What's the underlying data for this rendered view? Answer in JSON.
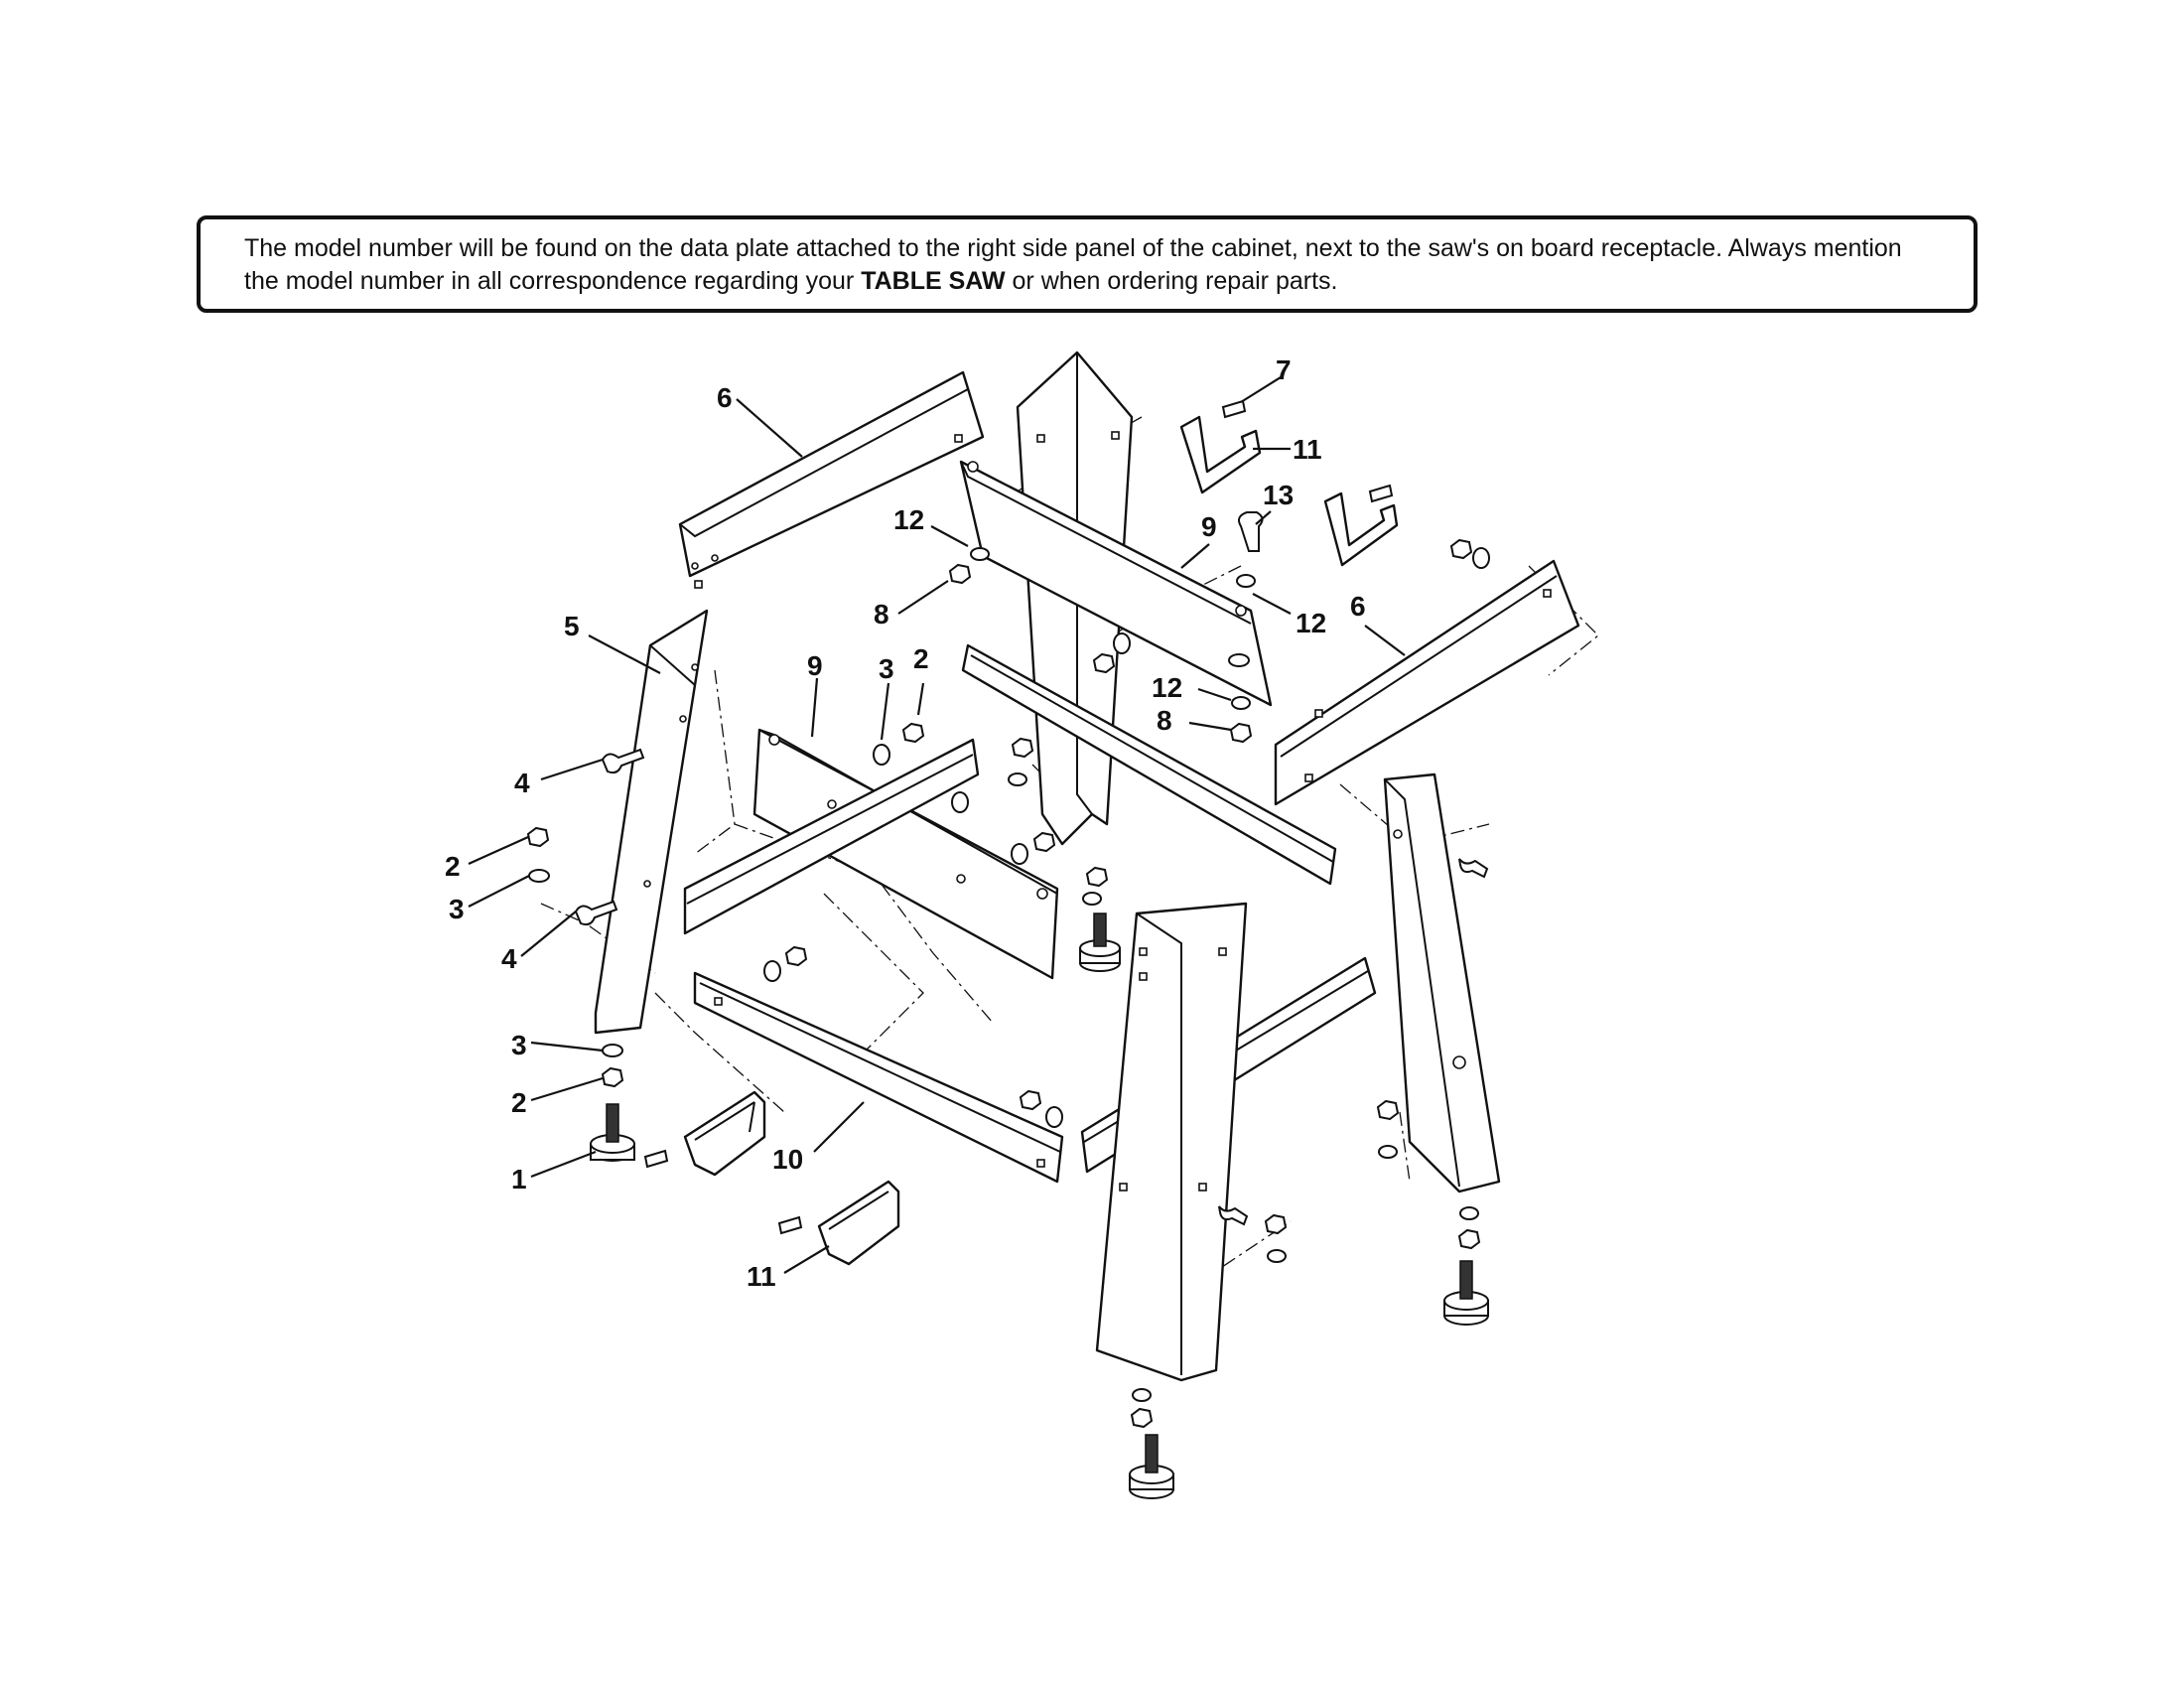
{
  "notice": {
    "text_before": "The model number will be found on the data plate attached to the right side panel of the cabinet, next to the saw's on board receptacle. Always mention the model number in all correspondence regarding your ",
    "emphasis": "TABLE SAW",
    "text_after": " or when ordering repair parts."
  },
  "callouts": {
    "c1": "1",
    "c2a": "2",
    "c2b": "2",
    "c2c": "2",
    "c3a": "3",
    "c3b": "3",
    "c3c": "3",
    "c4a": "4",
    "c4b": "4",
    "c5": "5",
    "c6a": "6",
    "c6b": "6",
    "c7": "7",
    "c8a": "8",
    "c8b": "8",
    "c9a": "9",
    "c9b": "9",
    "c10": "10",
    "c11a": "11",
    "c11b": "11",
    "c12a": "12",
    "c12b": "12",
    "c12c": "12",
    "c13": "13"
  }
}
